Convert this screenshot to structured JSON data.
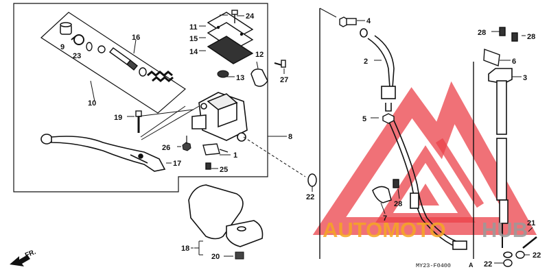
{
  "diagram": {
    "part_labels": [
      "1",
      "2",
      "3",
      "4",
      "5",
      "6",
      "7",
      "8",
      "9",
      "10",
      "11",
      "12",
      "13",
      "14",
      "15",
      "16",
      "17",
      "18",
      "19",
      "20",
      "21",
      "22",
      "22",
      "22",
      "23",
      "24",
      "25",
      "26",
      "27",
      "28",
      "28",
      "28"
    ],
    "label_text": {
      "l1": "1",
      "l2": "2",
      "l3": "3",
      "l4": "4",
      "l5": "5",
      "l6": "6",
      "l7": "7",
      "l8": "8",
      "l9": "9",
      "l10": "10",
      "l11": "11",
      "l12": "12",
      "l13": "13",
      "l14": "14",
      "l15": "15",
      "l16": "16",
      "l17": "17",
      "l18": "18",
      "l19": "19",
      "l20": "20",
      "l21": "21",
      "l22a": "22",
      "l22b": "22",
      "l22c": "22",
      "l23": "23",
      "l24": "24",
      "l25": "25",
      "l26": "26",
      "l27": "27",
      "l28a": "28",
      "l28b": "28",
      "l28c": "28"
    },
    "front_marker": "FR.",
    "diagram_code": "MY23-F0400",
    "diagram_variant": "A"
  },
  "watermark": {
    "brand_part1": "AUTOMOTO",
    "brand_part2": "HUB",
    "colors": {
      "red": "#e8202a",
      "orange": "#f5a623",
      "gray": "#9a9a9a"
    }
  }
}
